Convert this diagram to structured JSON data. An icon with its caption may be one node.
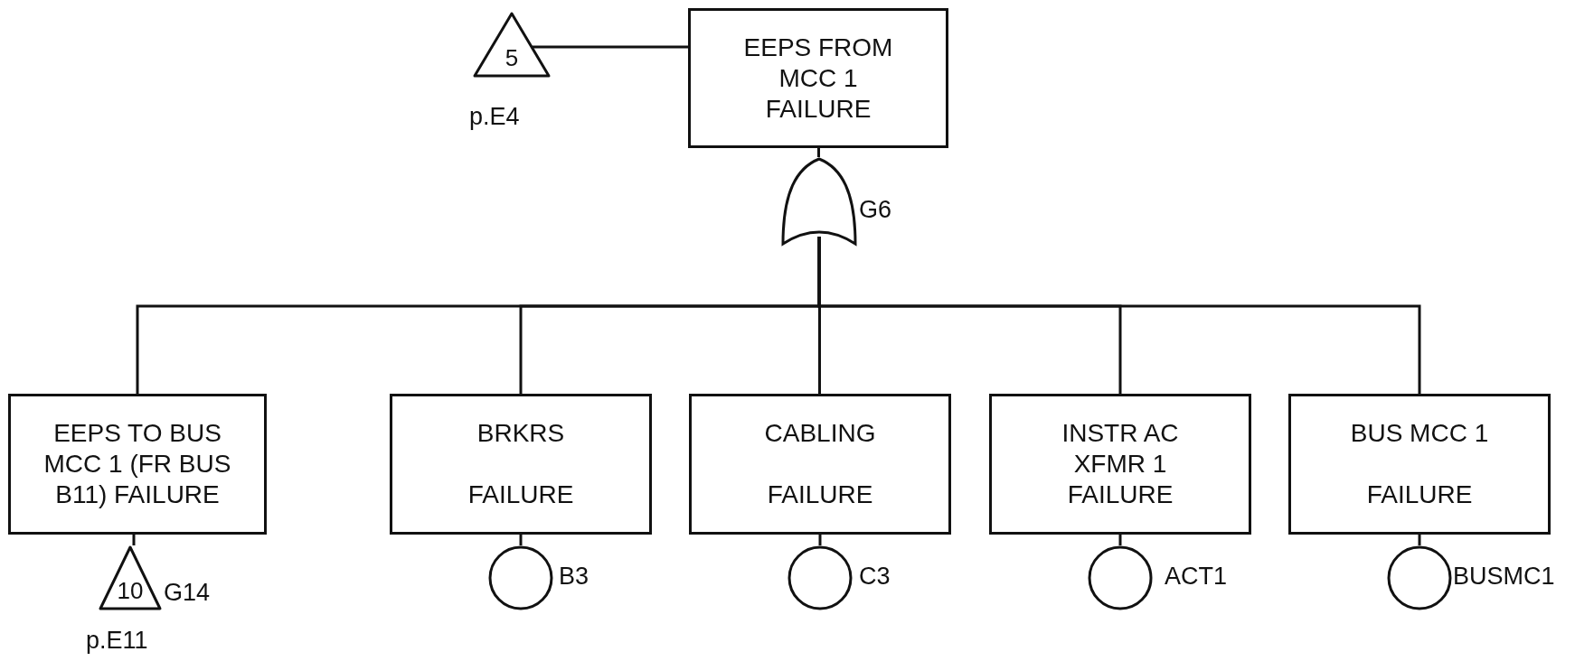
{
  "diagram": {
    "nodes": [
      {
        "text": [
          "EEPS FROM MCC 1 FAILURE"
        ]
      },
      {
        "text": [
          "5"
        ],
        "beside": [
          "p.E4"
        ]
      },
      {
        "text": [],
        "shape": "gate",
        "beside": [
          "G6"
        ]
      },
      {
        "text": [
          "EEPS TO BUS MCC 1 (FR BUS B11) FAILURE"
        ]
      },
      {
        "text": [
          "BRKRS FAILURE"
        ]
      },
      {
        "text": [
          "CABLING FAILURE"
        ]
      },
      {
        "text": [
          "INSTR AC XFMR 1 FAILURE"
        ]
      },
      {
        "text": [
          "BUS MCC 1 FAILURE"
        ]
      },
      {
        "text": [
          "10"
        ],
        "beside": [
          "G14",
          "p.E11"
        ]
      },
      {
        "text": [],
        "shape": "circle",
        "beside": [
          "B3"
        ]
      },
      {
        "text": [],
        "shape": "circle",
        "beside": [
          "C3"
        ]
      },
      {
        "text": [],
        "shape": "circle",
        "beside": [
          "ACT1"
        ]
      },
      {
        "text": [],
        "shape": "circle",
        "beside": [
          "BUSMC1"
        ]
      }
    ],
    "edges": [
      {
        "from": 1,
        "to": 0,
        "arrow": "none"
      },
      {
        "from": 2,
        "to": 0,
        "arrow": "none"
      },
      {
        "from": 2,
        "to": 3,
        "arrow": "none"
      },
      {
        "from": 2,
        "to": 4,
        "arrow": "none"
      },
      {
        "from": 2,
        "to": 5,
        "arrow": "none"
      },
      {
        "from": 2,
        "to": 6,
        "arrow": "none"
      },
      {
        "from": 2,
        "to": 7,
        "arrow": "none"
      },
      {
        "from": 3,
        "to": 8,
        "arrow": "none"
      },
      {
        "from": 4,
        "to": 9,
        "arrow": "none"
      },
      {
        "from": 5,
        "to": 10,
        "arrow": "none"
      },
      {
        "from": 6,
        "to": 11,
        "arrow": "none"
      },
      {
        "from": 7,
        "to": 12,
        "arrow": "none"
      }
    ]
  }
}
